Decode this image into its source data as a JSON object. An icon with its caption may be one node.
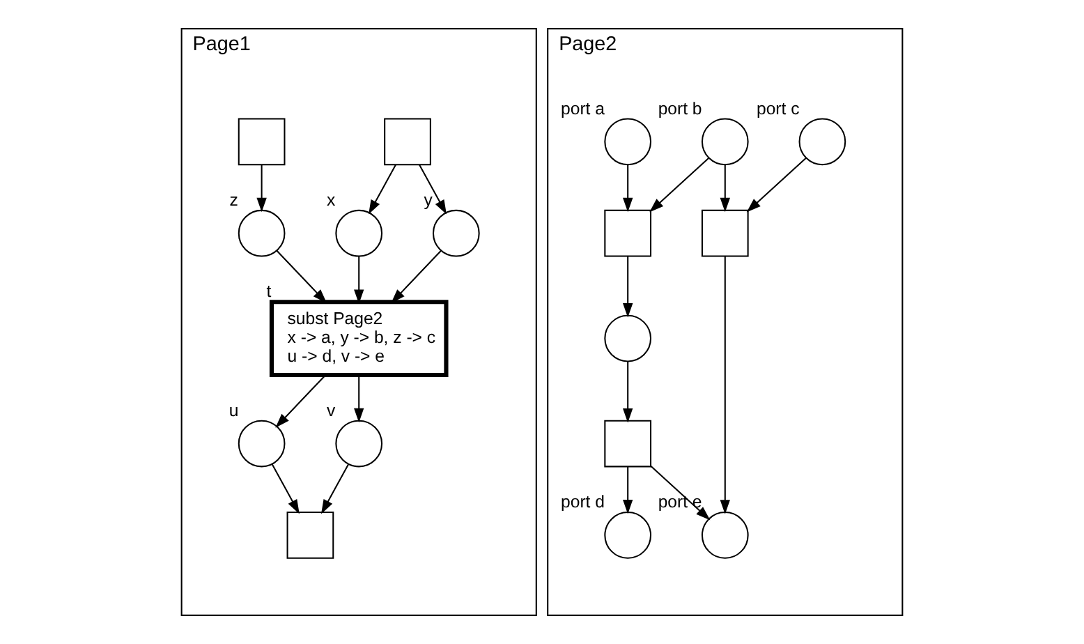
{
  "diagram": {
    "nodes": [
      {
        "text": [
          "Page1"
        ]
      },
      {
        "text": [],
        "shape": "box",
        "in": 0
      },
      {
        "text": [],
        "shape": "box",
        "in": 0
      },
      {
        "text": [],
        "shape": "circle",
        "in": 0,
        "beside": [
          "x"
        ]
      },
      {
        "text": [],
        "shape": "circle",
        "in": 0,
        "beside": [
          "y"
        ]
      },
      {
        "text": [],
        "shape": "circle",
        "in": 0,
        "beside": [
          "z"
        ]
      },
      {
        "text": [
          "subst Page2",
          "x -> a, y -> b, z -> c",
          "u -> d, v -> e"
        ],
        "in": 0,
        "beside": [
          "t"
        ]
      },
      {
        "text": [],
        "shape": "circle",
        "in": 0,
        "beside": [
          "u"
        ]
      },
      {
        "text": [],
        "shape": "circle",
        "in": 0,
        "beside": [
          "v"
        ]
      },
      {
        "text": [],
        "shape": "box",
        "in": 0
      },
      {
        "text": [
          "Page2"
        ]
      },
      {
        "text": [],
        "shape": "circle",
        "in": 10,
        "beside": [
          "port a"
        ]
      },
      {
        "text": [],
        "shape": "circle",
        "in": 10,
        "beside": [
          "port b"
        ]
      },
      {
        "text": [],
        "shape": "circle",
        "in": 10,
        "beside": [
          "port c"
        ]
      },
      {
        "text": [],
        "shape": "box",
        "in": 10
      },
      {
        "text": [],
        "shape": "box",
        "in": 10
      },
      {
        "text": [],
        "shape": "circle",
        "in": 10
      },
      {
        "text": [],
        "shape": "box",
        "in": 10
      },
      {
        "text": [],
        "shape": "circle",
        "in": 10,
        "beside": [
          "port d"
        ]
      },
      {
        "text": [],
        "shape": "circle",
        "in": 10,
        "beside": [
          "port e"
        ]
      }
    ],
    "edges": [
      {
        "from": 1,
        "to": 3,
        "arrow": "to"
      },
      {
        "from": 1,
        "to": 4,
        "arrow": "to"
      },
      {
        "from": 2,
        "to": 5,
        "arrow": "to"
      },
      {
        "from": 3,
        "to": 6,
        "arrow": "to"
      },
      {
        "from": 4,
        "to": 6,
        "arrow": "to"
      },
      {
        "from": 5,
        "to": 6,
        "arrow": "to"
      },
      {
        "from": 6,
        "to": 7,
        "arrow": "to"
      },
      {
        "from": 6,
        "to": 8,
        "arrow": "to"
      },
      {
        "from": 7,
        "to": 9,
        "arrow": "to"
      },
      {
        "from": 8,
        "to": 9,
        "arrow": "to"
      },
      {
        "from": 11,
        "to": 14,
        "arrow": "to"
      },
      {
        "from": 12,
        "to": 14,
        "arrow": "to"
      },
      {
        "from": 12,
        "to": 15,
        "arrow": "to"
      },
      {
        "from": 13,
        "to": 15,
        "arrow": "to"
      },
      {
        "from": 14,
        "to": 16,
        "arrow": "to"
      },
      {
        "from": 16,
        "to": 17,
        "arrow": "to"
      },
      {
        "from": 17,
        "to": 18,
        "arrow": "to"
      },
      {
        "from": 17,
        "to": 19,
        "arrow": "to"
      },
      {
        "from": 15,
        "to": 19,
        "arrow": "to"
      }
    ]
  }
}
